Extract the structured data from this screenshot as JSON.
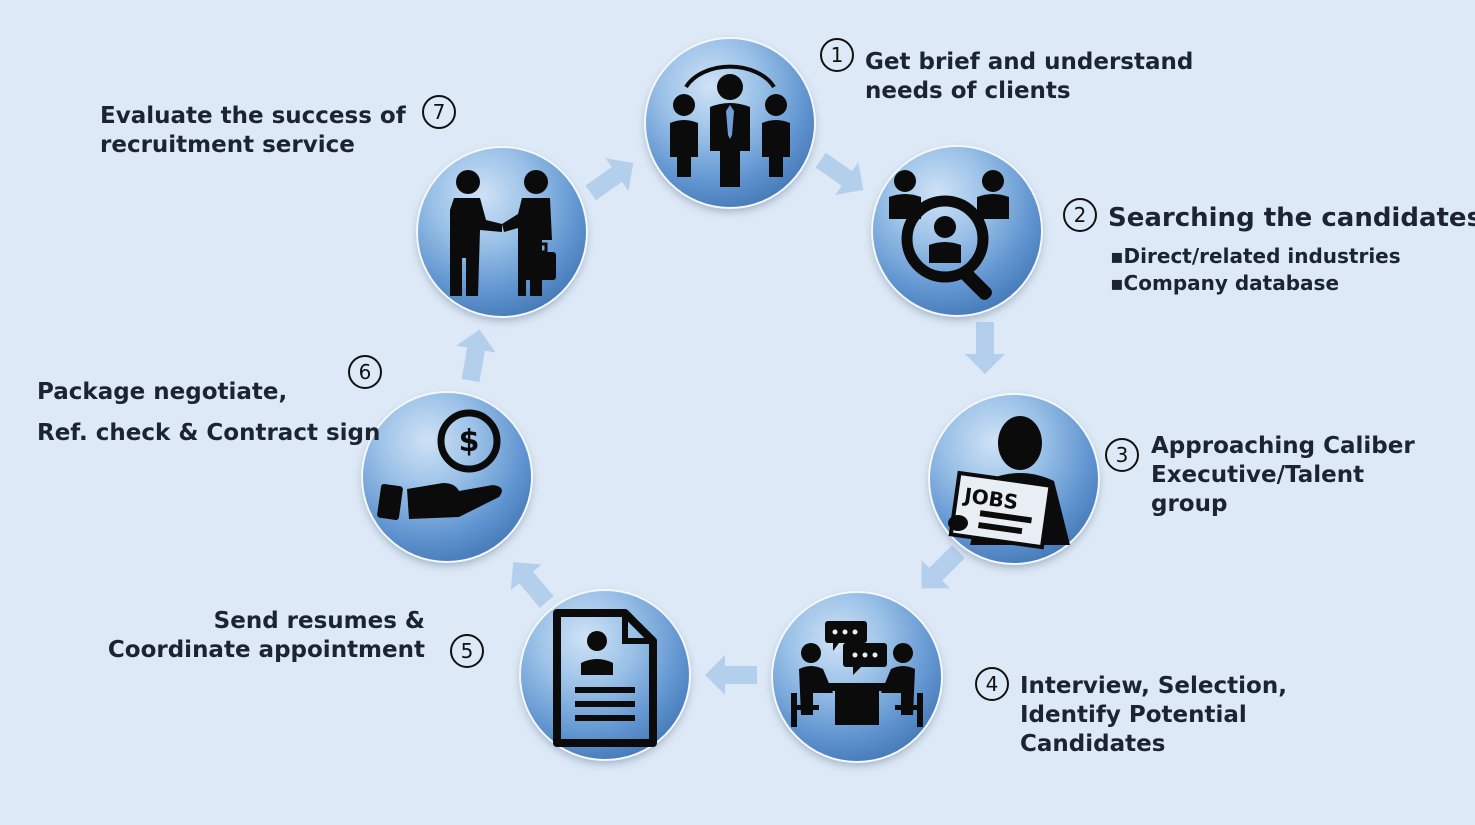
{
  "steps": [
    {
      "number": "1",
      "lines": [
        "Get brief and understand",
        "needs of clients"
      ]
    },
    {
      "number": "2",
      "title": "Searching the candidates",
      "bullets": [
        "▪Direct/related industries",
        "▪Company database"
      ]
    },
    {
      "number": "3",
      "lines": [
        "Approaching Caliber",
        "Executive/Talent",
        "group"
      ]
    },
    {
      "number": "4",
      "lines": [
        "Interview, Selection,",
        "Identify Potential",
        "Candidates"
      ]
    },
    {
      "number": "5",
      "lines": [
        "Send resumes &",
        "Coordinate appointment"
      ]
    },
    {
      "number": "6",
      "lines": [
        "Package negotiate,",
        "Ref. check & Contract sign"
      ]
    },
    {
      "number": "7",
      "lines": [
        "Evaluate the success of",
        "recruitment service"
      ]
    }
  ],
  "icons": [
    "team-icon",
    "candidate-search-icon",
    "jobs-newspaper-icon",
    "interview-meeting-icon",
    "resume-icon",
    "money-hand-icon",
    "handshake-icon"
  ],
  "colors": {
    "background": "#dde9f6",
    "circle_dark": "#2c5f9e",
    "circle_light": "#cfe2f6",
    "arrow": "#b4cfec",
    "icon": "#0b0b0b"
  },
  "jobs_text": "JOBS",
  "dollar_sign": "$"
}
